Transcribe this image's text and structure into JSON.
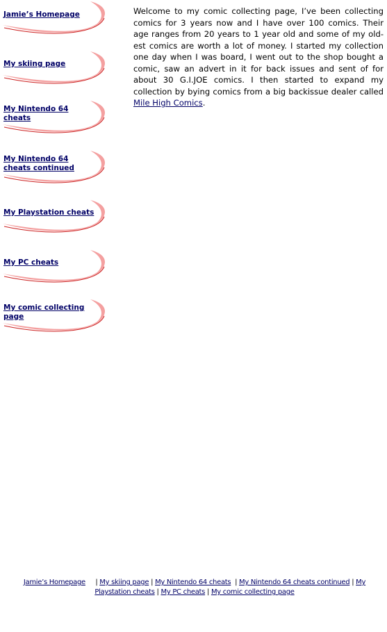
{
  "colors": {
    "link": "#000066",
    "swoosh_outer": "#f4a0a0",
    "swoosh_inner": "#cc2222",
    "text": "#000000"
  },
  "sidebar": {
    "items": [
      {
        "label": "Jamie’s Homepage"
      },
      {
        "label": "My skiing page"
      },
      {
        "label": "My Nintendo 64 cheats"
      },
      {
        "label": "My Nintendo 64 cheats continued"
      },
      {
        "label": "My Playstation cheats"
      },
      {
        "label": "My PC cheats"
      },
      {
        "label": "My comic collecting page"
      }
    ]
  },
  "main": {
    "intro": "Welcome to my comic collecting page, I’ve been collecting comics for 3 years now and I have over 100 comics. Their age ranges from 20 years to 1 year old and some of my old­est comics are worth a lot of money. I started my collec­tion one day when I was board, I went out to the shop bought a comic, saw an advert in it for back issues and sent of for about 30 G.I.JOE comics. I then started to ex­pand my collection by bying comics from a big backissue dealer called ",
    "link_label": "Mile High Comics",
    "end": "."
  },
  "footer": {
    "links": [
      "Jamie’s Homepage",
      "My skiing page",
      "My Nintendo 64 cheats",
      "My Nintendo 64 cheats continued",
      "My Playstation cheats",
      "My PC cheats",
      "My comic collecting page"
    ],
    "separator": "|"
  }
}
